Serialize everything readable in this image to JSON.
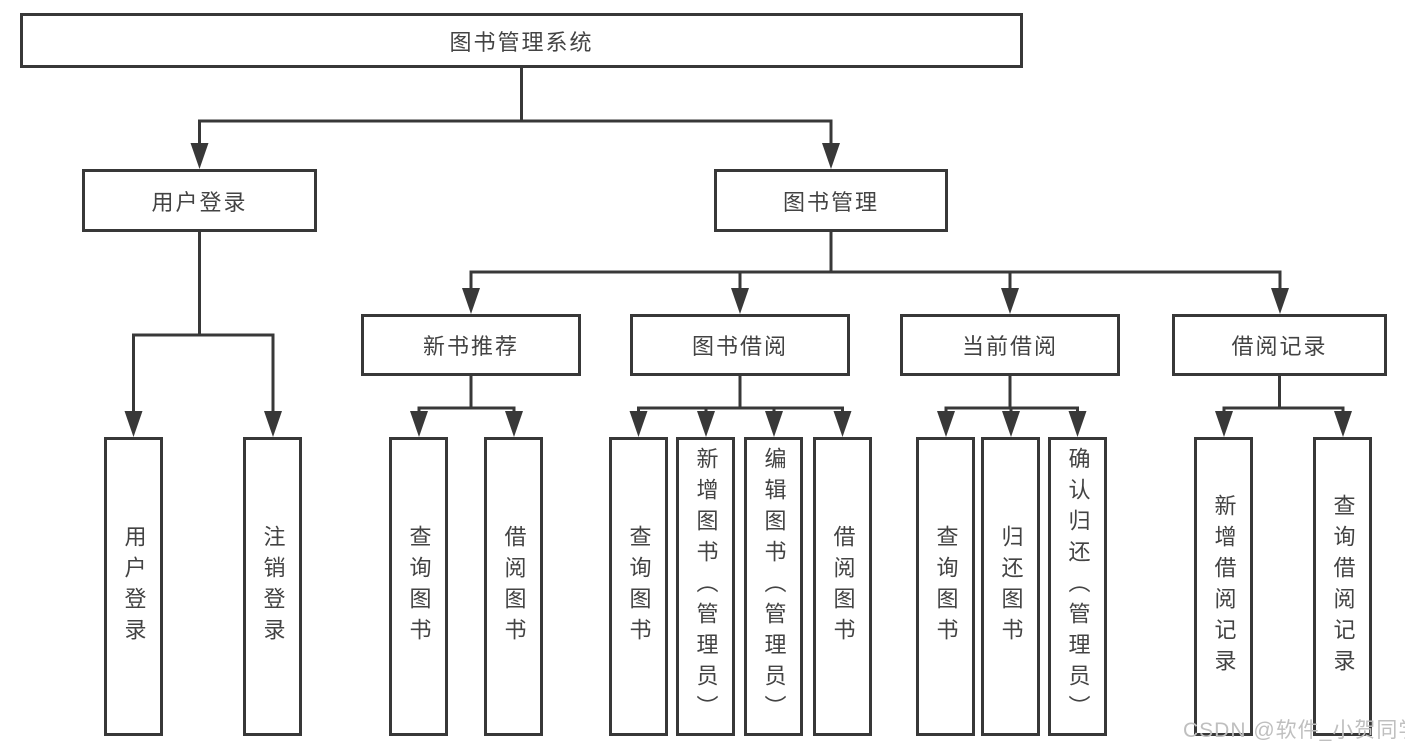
{
  "tree": {
    "root": {
      "label": "图书管理系统"
    },
    "branches": [
      {
        "label": "用户登录",
        "children": [
          {
            "label": "用户登录"
          },
          {
            "label": "注销登录"
          }
        ]
      },
      {
        "label": "图书管理",
        "groups": [
          {
            "label": "新书推荐",
            "children": [
              {
                "label": "查询图书"
              },
              {
                "label": "借阅图书"
              }
            ]
          },
          {
            "label": "图书借阅",
            "children": [
              {
                "label": "查询图书"
              },
              {
                "label": "新增图书（管理员）"
              },
              {
                "label": "编辑图书（管理员）"
              },
              {
                "label": "借阅图书"
              }
            ]
          },
          {
            "label": "当前借阅",
            "children": [
              {
                "label": "查询图书"
              },
              {
                "label": "归还图书"
              },
              {
                "label": "确认归还（管理员）"
              }
            ]
          },
          {
            "label": "借阅记录",
            "children": [
              {
                "label": "新增借阅记录"
              },
              {
                "label": "查询借阅记录"
              }
            ]
          }
        ]
      }
    ]
  },
  "watermark": {
    "text": "CSDN @软件_小贺同学",
    "color": "#bfbfbf"
  },
  "colors": {
    "line": "#383838",
    "box_border": "#383838",
    "text": "#434343",
    "background": "#ffffff"
  }
}
